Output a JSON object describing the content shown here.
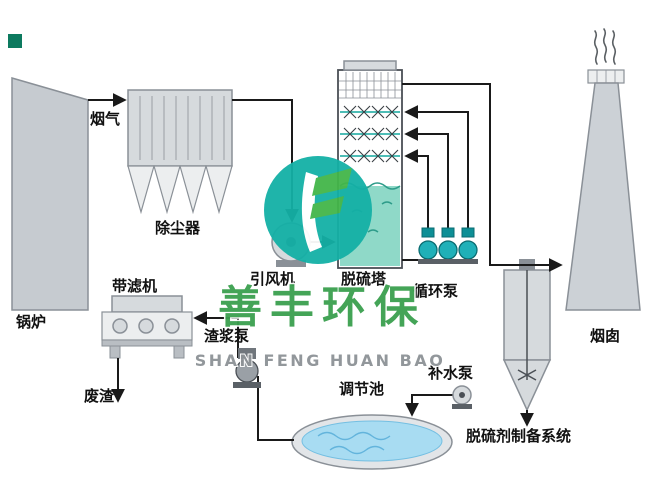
{
  "diagram": {
    "type": "flue-gas-desulfurization-process-flow",
    "labels": {
      "boiler": "锅炉",
      "flue_gas": "烟气",
      "dust_collector": "除尘器",
      "induced_draft_fan": "引风机",
      "desulfurization_tower": "脱硫塔",
      "circulation_pump": "循环泵",
      "belt_filter": "带滤机",
      "slurry_pump": "渣浆泵",
      "waste_residue": "废渣",
      "regulating_tank": "调节池",
      "makeup_water_pump": "补水泵",
      "chimney": "烟囱",
      "desulfurizer_prep_system": "脱硫剂制备系统"
    },
    "watermark": {
      "brand_cn": "善丰环保",
      "brand_en": "SHAN FENG HUAN BAO"
    },
    "colors": {
      "line": "#1a1a1a",
      "equipment_fill": "#d6dadd",
      "tower_liquid": "#8fd9c8",
      "pump_teal": "#1fb0b8",
      "water_blue": "#a8dcf2",
      "watermark_teal": "#14b0a6",
      "watermark_green": "#3aa04f"
    }
  }
}
